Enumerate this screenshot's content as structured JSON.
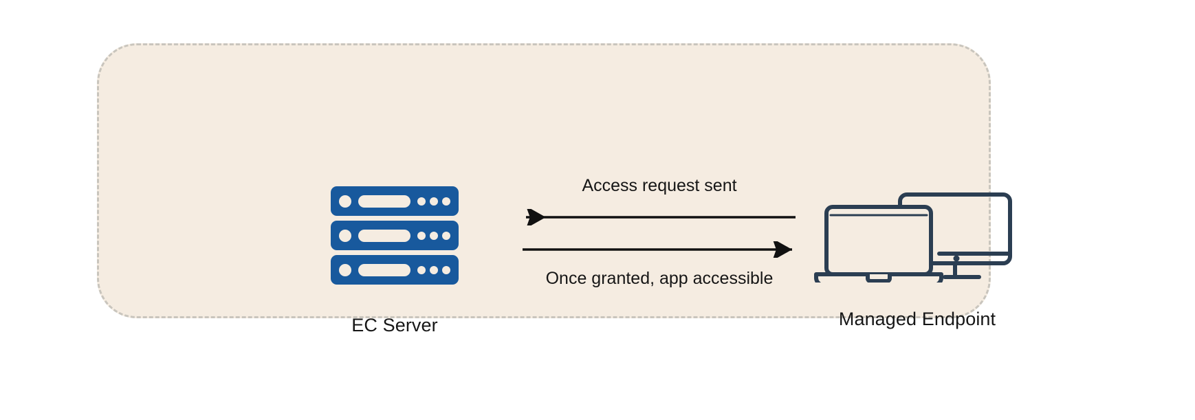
{
  "diagram": {
    "title": "EC Server to Managed Endpoint access flow",
    "background_color": "#f5ece1",
    "border_color": "#c9c5bd",
    "nodes": [
      {
        "id": "ec-server",
        "label": "EC Server",
        "icon": "server-stack-icon",
        "icon_color": "#18599d",
        "units": 3,
        "dots_per_unit": 3
      },
      {
        "id": "managed-endpoint",
        "label": "Managed Endpoint",
        "icon": "laptop-and-monitor-icon",
        "icon_color": "#2b3e52"
      }
    ],
    "flows": [
      {
        "id": "access-request",
        "caption": "Access request sent",
        "direction": "right-to-left",
        "from": "managed-endpoint",
        "to": "ec-server",
        "color": "#111111"
      },
      {
        "id": "app-accessible",
        "caption": "Once granted, app accessible",
        "direction": "left-to-right",
        "from": "ec-server",
        "to": "managed-endpoint",
        "color": "#111111"
      }
    ]
  }
}
